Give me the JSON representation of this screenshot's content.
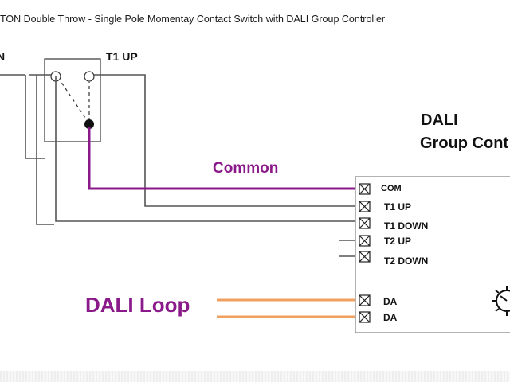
{
  "title": "TON  Double Throw - Single Pole Momentay Contact Switch with DALI Group Controller",
  "switch": {
    "left_label": "N",
    "right_label": "T1 UP"
  },
  "controller": {
    "title_line1": "DALI",
    "title_line2": "Group Cont",
    "terminals": [
      "COM",
      "T1 UP",
      "T1 DOWN",
      "T2 UP",
      "T2 DOWN",
      "DA",
      "DA"
    ]
  },
  "wire_labels": {
    "common": "Common",
    "dali_loop": "DALI Loop"
  },
  "colors": {
    "common_wire": "#8a1a8a",
    "dali_loop_wire": "#f0a060",
    "gray_wire": "#555555",
    "label_purple": "#8a1a8a"
  }
}
